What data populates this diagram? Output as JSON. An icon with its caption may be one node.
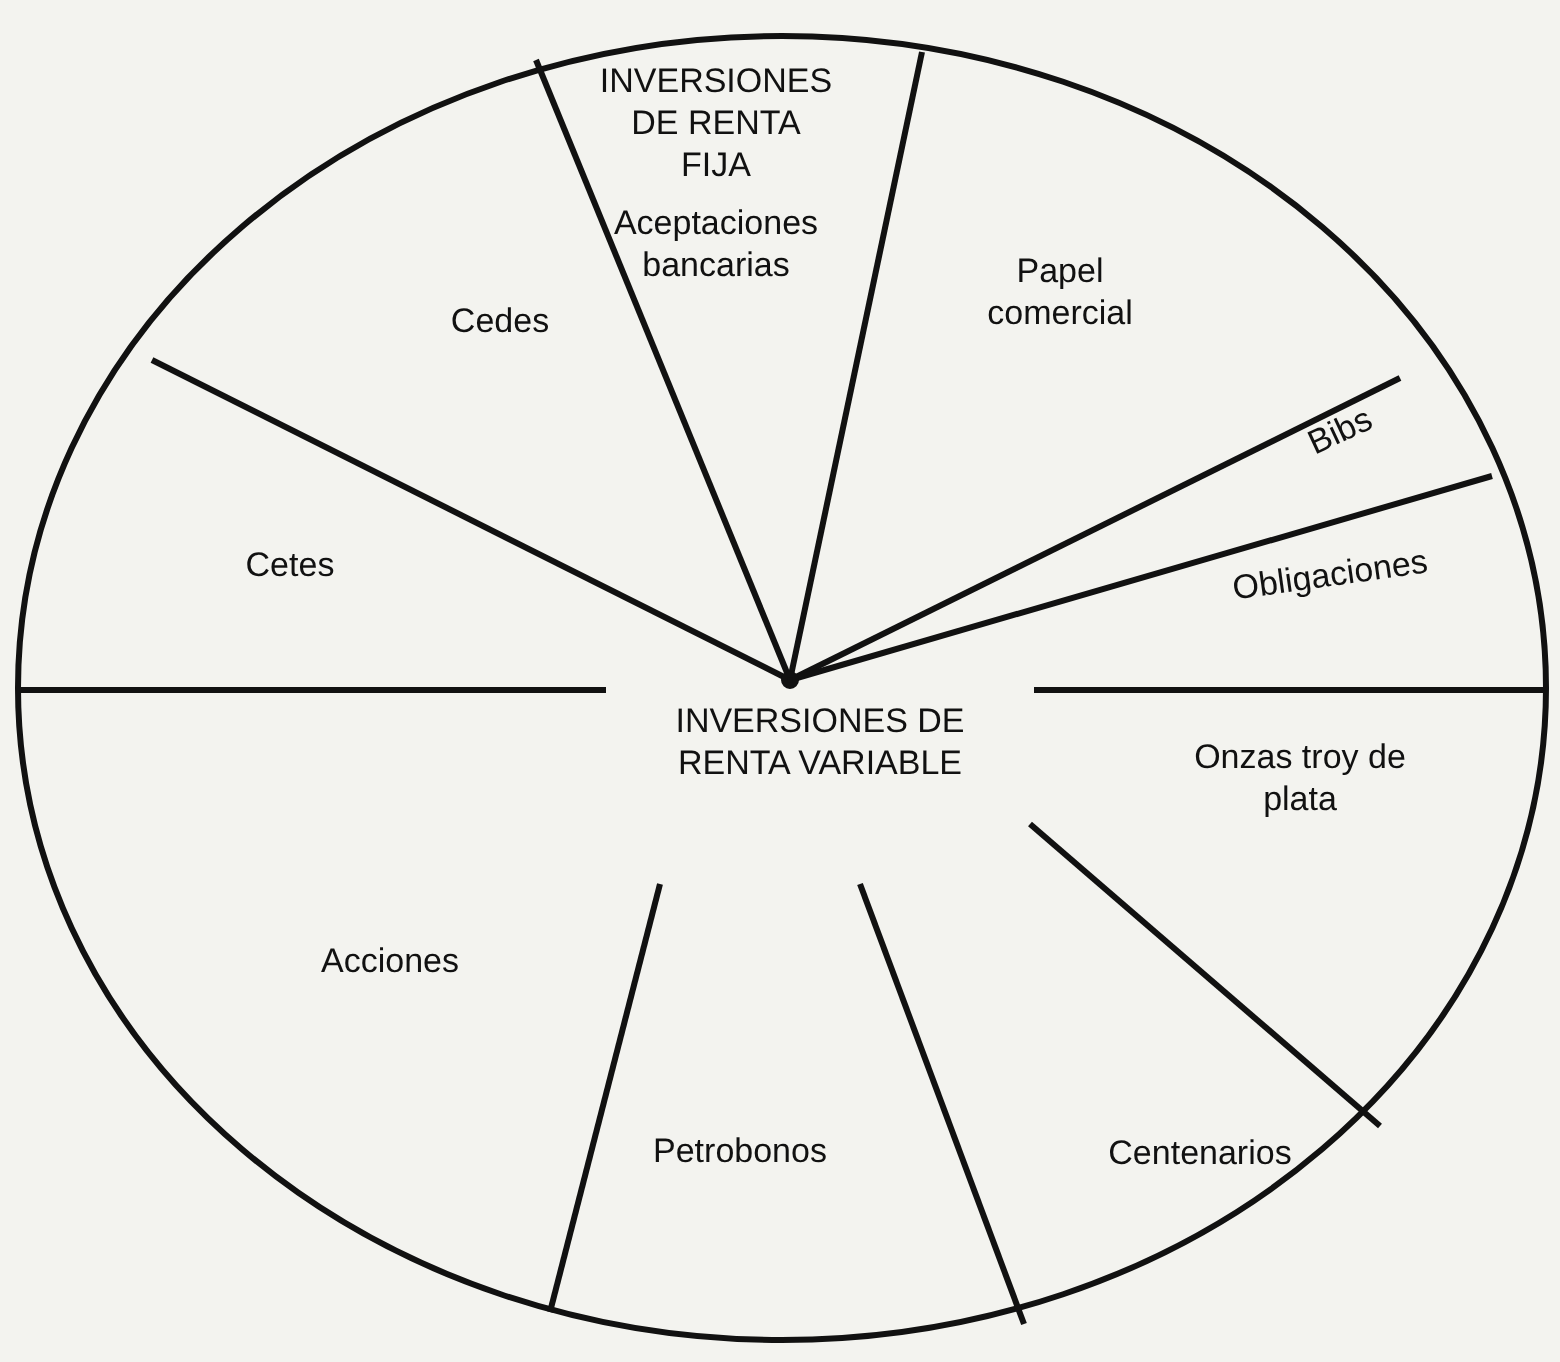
{
  "diagram": {
    "nodes": [
      {
        "text": [
          "INVERSIONES DE RENTA FIJA",
          "Aceptaciones bancarias"
        ]
      },
      {
        "text": [
          "Cedes"
        ]
      },
      {
        "text": [
          "Papel comercial"
        ]
      },
      {
        "text": [
          "Bibs"
        ]
      },
      {
        "text": [
          "Cetes"
        ]
      },
      {
        "text": [
          "Obligaciones"
        ]
      },
      {
        "text": [
          "INVERSIONES DE RENTA VARIABLE"
        ]
      },
      {
        "text": [
          "Onzas troy de plata"
        ]
      },
      {
        "text": [
          "Acciones"
        ]
      },
      {
        "text": [
          "Petrobonos"
        ]
      },
      {
        "text": [
          "Centenarios"
        ]
      }
    ]
  }
}
